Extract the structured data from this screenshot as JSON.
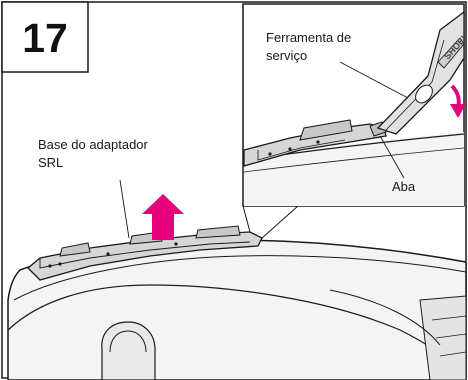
{
  "step": {
    "number": "17"
  },
  "labels": {
    "base_line1": "Base do adaptador",
    "base_line2": "SRL",
    "tool_line1": "Ferramenta de",
    "tool_line2": "serviço",
    "tab": "Aba"
  },
  "tool_brand": "SHOEI",
  "colors": {
    "arrow": "#e6007e",
    "line": "#1a1a1a",
    "helmet_fill": "#f2f2f2",
    "part_fill": "#d9d9d9"
  },
  "icons": {
    "up_arrow": "up-arrow-icon",
    "curved_arrow": "curved-down-arrow-icon"
  }
}
